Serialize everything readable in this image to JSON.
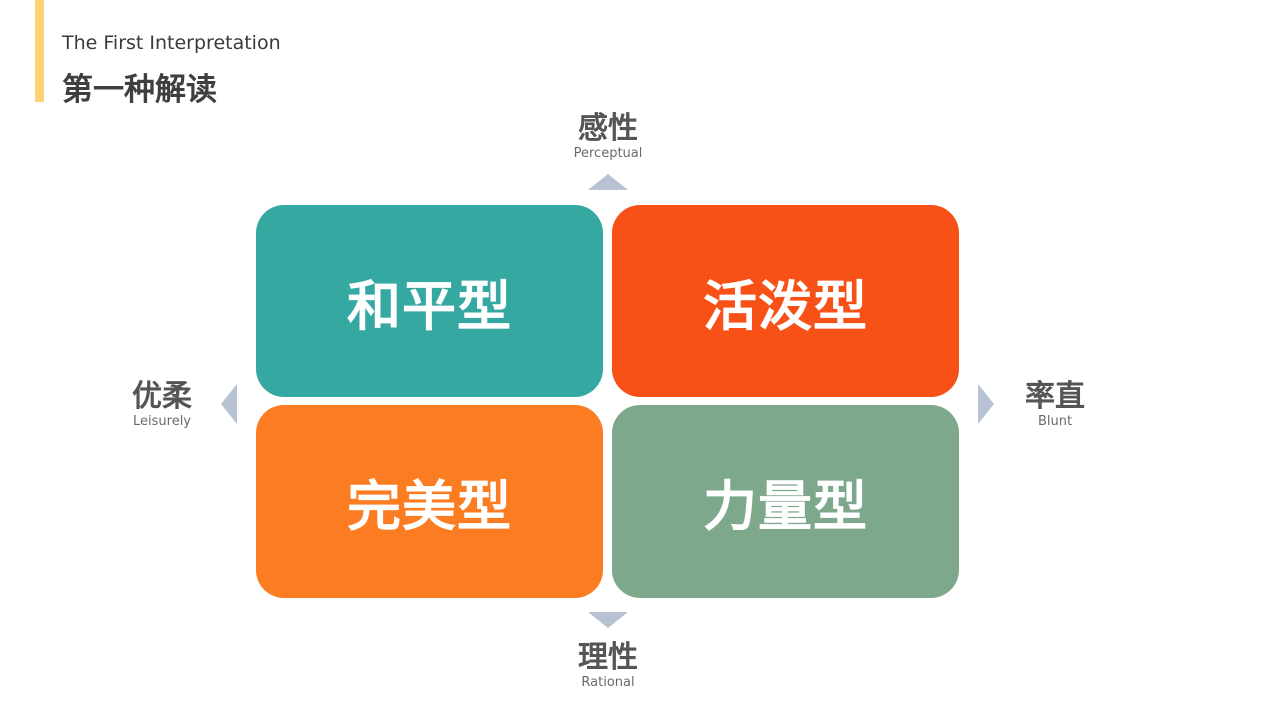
{
  "header": {
    "subtitle_en": "The First Interpretation",
    "title_zh": "第一种解读",
    "accent_color": "#FBD276"
  },
  "axes": {
    "top": {
      "zh": "感性",
      "en": "Perceptual"
    },
    "bottom": {
      "zh": "理性",
      "en": "Rational"
    },
    "left": {
      "zh": "优柔",
      "en": "Leisurely"
    },
    "right": {
      "zh": "率直",
      "en": "Blunt"
    },
    "arrow_color": "#B8C2D2"
  },
  "quadrants": [
    {
      "label": "和平型",
      "color": "#36A8A2"
    },
    {
      "label": "活泼型",
      "color": "#F75117"
    },
    {
      "label": "完美型",
      "color": "#FC7C21"
    },
    {
      "label": "力量型",
      "color": "#7EA88C"
    }
  ]
}
